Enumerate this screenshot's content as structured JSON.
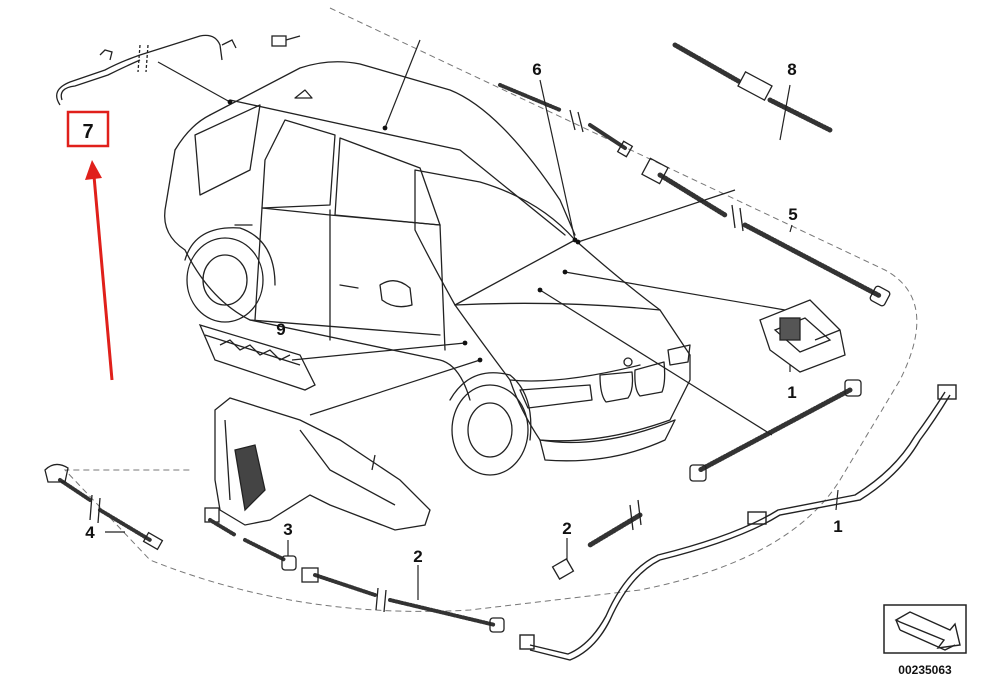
{
  "diagram": {
    "callouts": {
      "c1_upper": "1",
      "c1_lower": "1",
      "c2_left": "2",
      "c2_right": "2",
      "c3": "3",
      "c4": "4",
      "c5": "5",
      "c6": "6",
      "c7": "7",
      "c8": "8",
      "c9": "9"
    },
    "reference_number": "00235063",
    "highlight": {
      "part": "7",
      "color": "#e0201b"
    },
    "icons": [
      "nav-arrow-icon"
    ]
  }
}
